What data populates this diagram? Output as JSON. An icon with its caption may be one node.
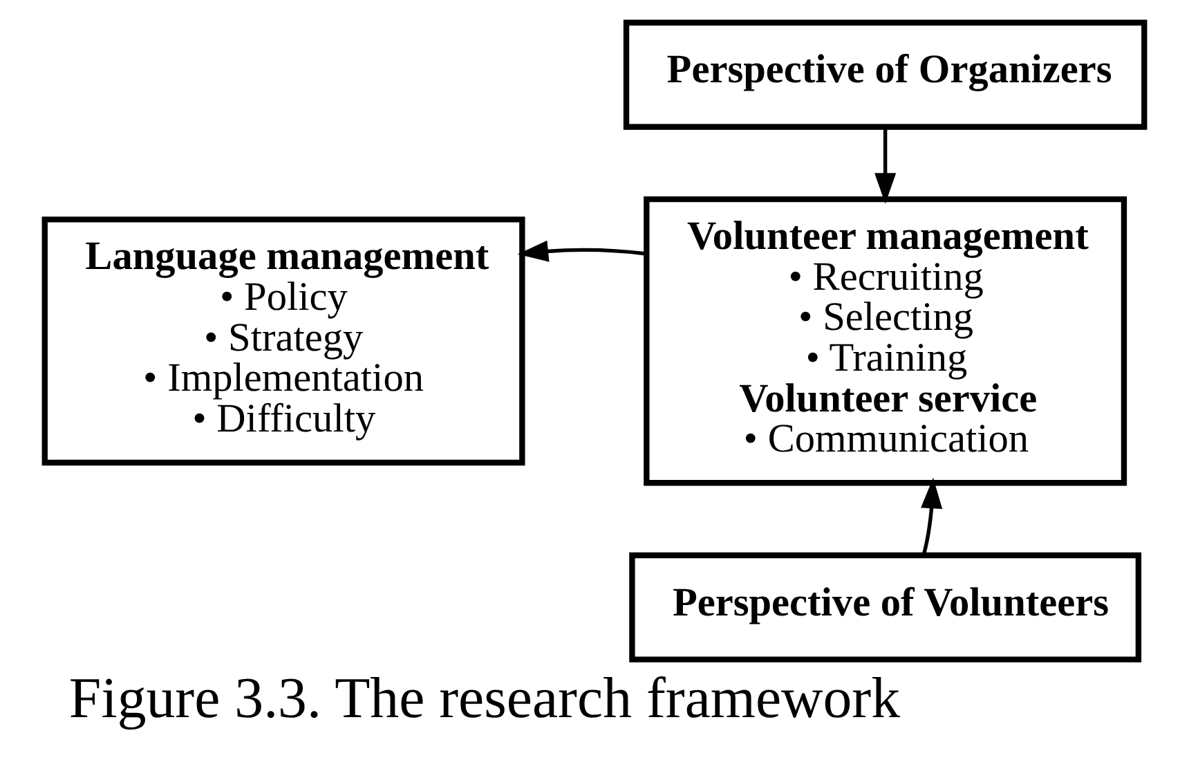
{
  "diagram": {
    "caption": "Figure 3.3. The research framework",
    "nodes": [
      {
        "text": [
          "Perspective of Organizers"
        ]
      },
      {
        "text": [
          "Volunteer management",
          "• Recruiting",
          "• Selecting",
          "• Training",
          "Volunteer service",
          "• Communication"
        ]
      },
      {
        "text": [
          "Language management",
          "• Policy",
          "• Strategy",
          "• Implementation",
          "• Difficulty"
        ]
      },
      {
        "text": [
          "Perspective of Volunteers"
        ]
      }
    ],
    "edges": [
      {
        "from": 0,
        "to": 1,
        "arrow": "to"
      },
      {
        "from": 1,
        "to": 2,
        "arrow": "to"
      },
      {
        "from": 3,
        "to": 1,
        "arrow": "to"
      }
    ]
  }
}
